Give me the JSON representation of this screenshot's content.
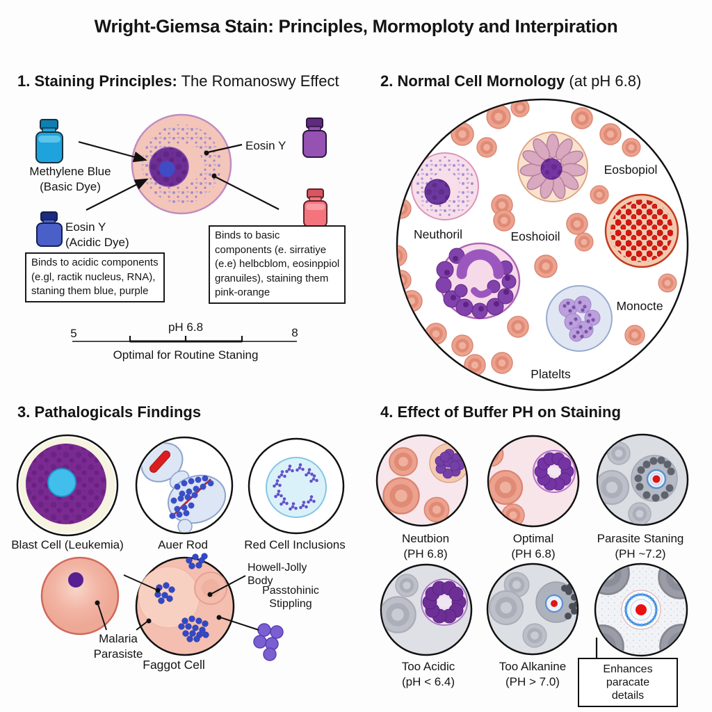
{
  "title": "Wright-Giemsa Stain: Principles, Mormoploty and Interpiration",
  "section1": {
    "heading_bold": "1. Staining Principles:",
    "heading_rest": "The Romanoswy Effect",
    "methylene_line1": "Methylene Blue",
    "methylene_line2": "(Basic Dye)",
    "eosin_pointer": "Eosin Y",
    "eosin_line1": "Eosin Y",
    "eosin_line2": "(Acidic Dye)",
    "box_acidic": [
      "Binds to acidic components",
      "(e.gl, ractik nucleus, RNA),",
      "staning them blue, purple"
    ],
    "box_basic": [
      "Binds to basic",
      "components (e. sirratiye",
      "(e.e) helbcblom, eosinppiol",
      "granuiles), staining them",
      "pink-orange"
    ],
    "ph": {
      "min": "5",
      "max": "8",
      "value": "pH 6.8",
      "caption": "Optimal for Routine Staning"
    }
  },
  "section2": {
    "heading_bold": "2. Normal Cell Mornology",
    "heading_rest": "(at pH 6.8)",
    "label_eosbopiol": "Eosbopiol",
    "label_neuthoril": "Neuthoril",
    "label_eoshoioil": "Eoshoioil",
    "label_monocte": "Monocte",
    "label_platelts": "Platelts"
  },
  "section3": {
    "heading": "3. Pathalogicals Findings",
    "label_blast": "Blast Cell (Leukemia)",
    "label_auer": "Auer Rod",
    "label_inclusions": "Red Cell Inclusions",
    "malaria_line1": "Malaria",
    "malaria_line2": "Parasiste",
    "label_faggot": "Faggot Cell",
    "howell_line1": "Howell-Jolly",
    "howell_line2": "Body",
    "stippling_line1": "Passtohinic",
    "stippling_line2": "Stippling"
  },
  "section4": {
    "heading": "4. Effect of Buffer PH on Staining",
    "panels": [
      {
        "label": "Neutbion",
        "sub": "(PH 6.8)"
      },
      {
        "label": "Optimal",
        "sub": "(PH 6.8)"
      },
      {
        "label": "Parasite Staning",
        "sub": "(PH ~7.2)"
      },
      {
        "label": "Too Acidic",
        "sub": "(pH < 6.4)"
      },
      {
        "label": "Too Alkanine",
        "sub": "(PH > 7.0)"
      }
    ],
    "note": [
      "Enhances",
      "paracate",
      "details"
    ]
  },
  "colors": {
    "methylene_blue_bottle": "#1FA3DC",
    "eosin_acidic_bottle": "#4A5FC8",
    "purple_bottle": "#9552B2",
    "pink_bottle": "#F4747E",
    "rbc_salmon": "#ECA28E",
    "nucleus_purple": "#6C2F96",
    "cytoplasm_pink": "#F4C6BA",
    "outline_black": "#111111"
  }
}
